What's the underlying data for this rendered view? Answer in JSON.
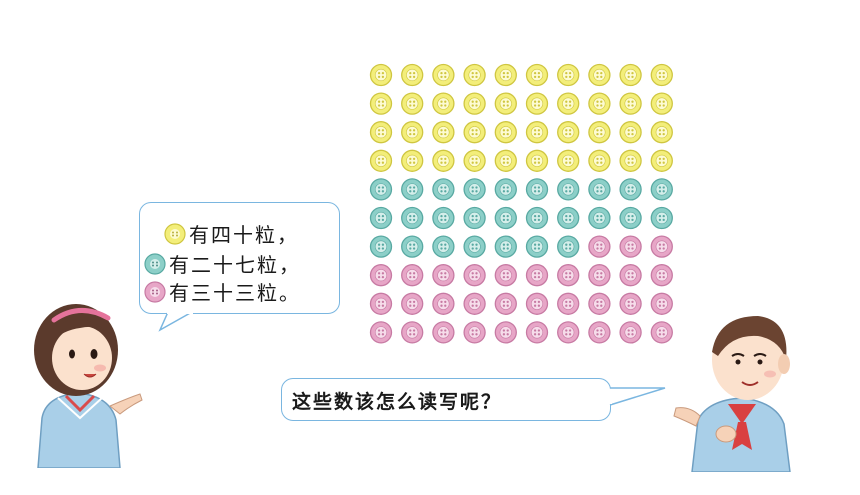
{
  "grid": {
    "rows": 10,
    "cols": 10,
    "counts": {
      "yellow": 40,
      "teal": 27,
      "pink": 33
    },
    "colors": {
      "yellow": {
        "fill": "#f3ee7a",
        "rim": "#cfc640",
        "center": "#fdfbd2"
      },
      "teal": {
        "fill": "#8ccfc8",
        "rim": "#58a9a2",
        "center": "#d4eeea"
      },
      "pink": {
        "fill": "#e7a6c7",
        "rim": "#c77aa3",
        "center": "#f6dcea"
      }
    }
  },
  "girl_bubble": {
    "lines": [
      {
        "icon": "yellow-button-icon",
        "text": "有四十粒，"
      },
      {
        "icon": "teal-button-icon",
        "text": "有二十七粒，"
      },
      {
        "icon": "pink-button-icon",
        "text": "有三十三粒。"
      }
    ]
  },
  "boy_bubble": {
    "text": "这些数该怎么读写呢？"
  },
  "palette": {
    "bubble_border": "#7ab6e0",
    "text": "#1a1a1a"
  }
}
